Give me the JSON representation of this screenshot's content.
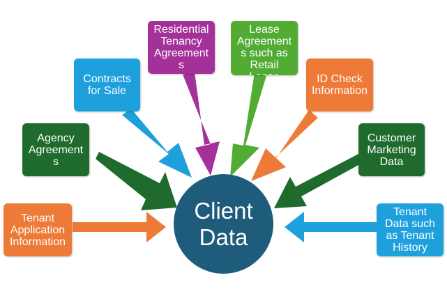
{
  "center": {
    "label": "Client\nData",
    "color": "#1f5b7a"
  },
  "sources": [
    {
      "id": "tenant-application",
      "label": "Tenant\nApplication\nInformation",
      "color": "#ee7a37"
    },
    {
      "id": "agency-agreements",
      "label": "Agency\nAgreement\ns",
      "color": "#1e6b2d"
    },
    {
      "id": "contracts-for-sale",
      "label": "Contracts\nfor Sale",
      "color": "#1ea0dc"
    },
    {
      "id": "residential-tenancy",
      "label": "Residential\nTenancy\nAgreement\ns",
      "color": "#a4319a"
    },
    {
      "id": "lease-agreements",
      "label": "Lease\nAgreement\ns such as\nRetail\nLease",
      "color": "#52ac34"
    },
    {
      "id": "id-check",
      "label": "ID Check\nInformation",
      "color": "#ee7a37"
    },
    {
      "id": "customer-marketing",
      "label": "Customer\nMarketing\nData",
      "color": "#1e6b2d"
    },
    {
      "id": "tenant-data",
      "label": "Tenant\nData such\nas Tenant\nHistory",
      "color": "#1ea0dc"
    }
  ]
}
